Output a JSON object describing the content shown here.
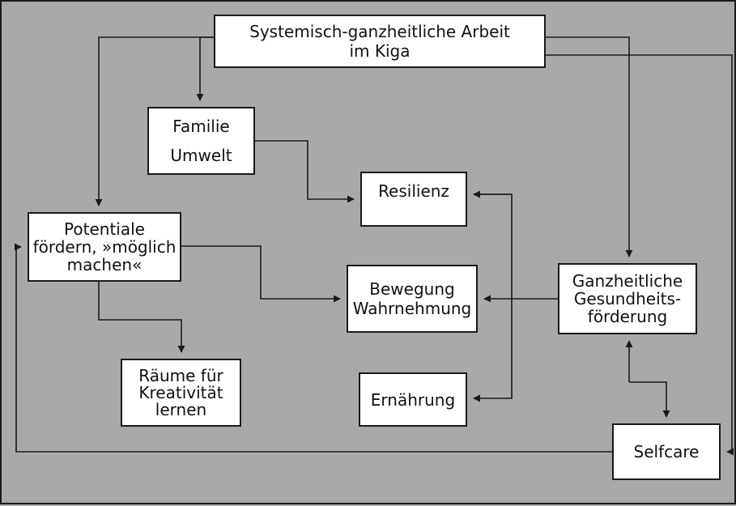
{
  "nodes": {
    "top": {
      "lines": [
        "Systemisch-ganzheitliche Arbeit",
        "im Kiga"
      ]
    },
    "familie": {
      "lines": [
        "Familie",
        "Umwelt"
      ]
    },
    "resilienz": {
      "lines": [
        "Resilienz"
      ]
    },
    "potentiale": {
      "lines": [
        "Potentiale",
        "fördern, »möglich",
        "machen«"
      ]
    },
    "bewegung": {
      "lines": [
        "Bewegung",
        "Wahrnehmung"
      ]
    },
    "ganzheitliche": {
      "lines": [
        "Ganzheitliche",
        "Gesundheits-",
        "förderung"
      ]
    },
    "raeume": {
      "lines": [
        "Räume für",
        "Kreativität",
        "lernen"
      ]
    },
    "ernaehrung": {
      "lines": [
        "Ernährung"
      ]
    },
    "selfcare": {
      "lines": [
        "Selfcare"
      ]
    }
  },
  "colors": {
    "background": "#a9a9a9",
    "box": "#ffffff",
    "line": "#1a1a1a"
  }
}
